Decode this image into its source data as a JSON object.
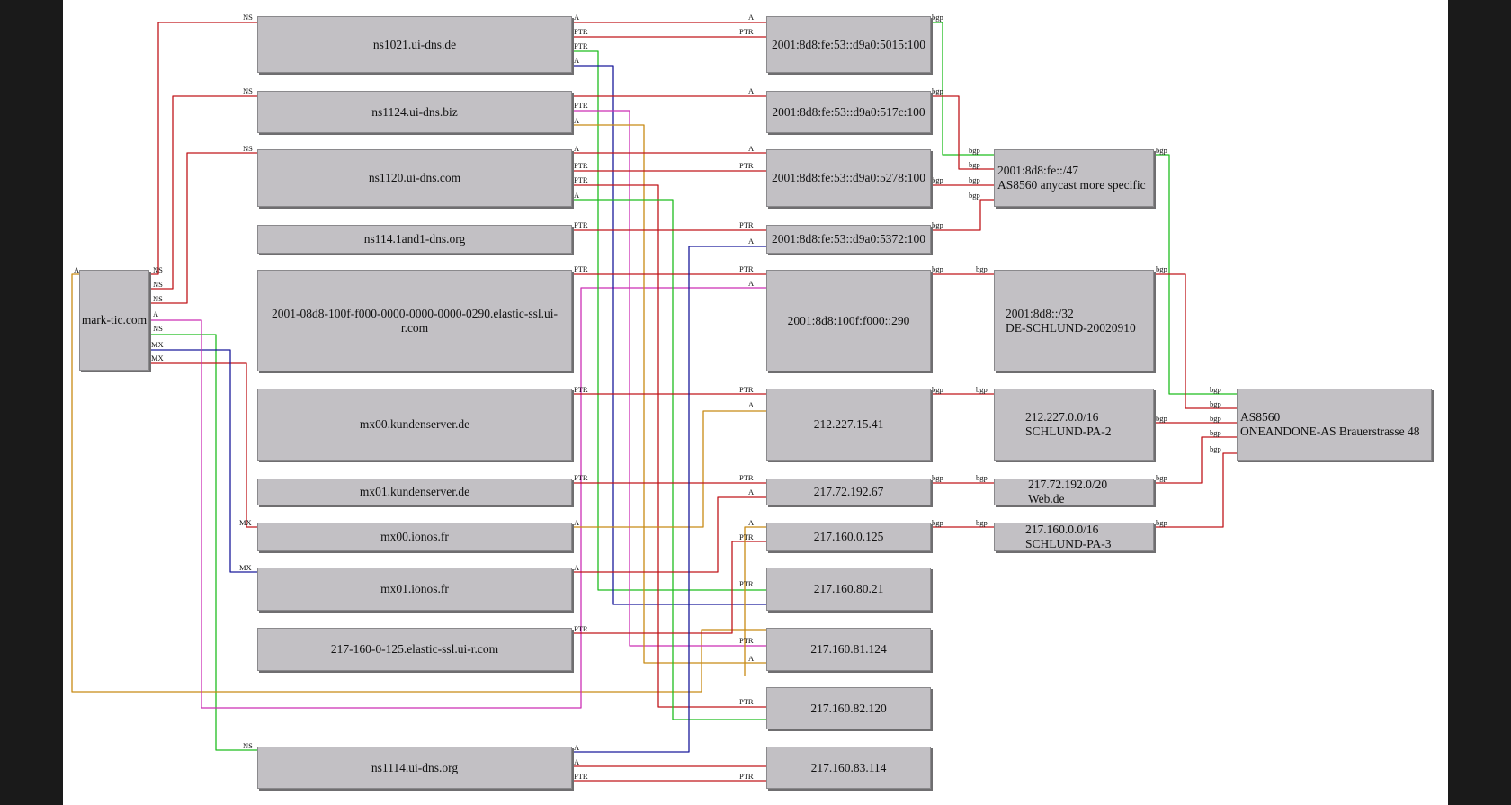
{
  "domain": "mark-tic.com",
  "nodes": {
    "mark": "mark-tic.com",
    "ns1021": "ns1021.ui-dns.de",
    "ns1124": "ns1124.ui-dns.biz",
    "ns1120": "ns1120.ui-dns.com",
    "ns114": "ns114.1and1-dns.org",
    "elastic": "2001-08d8-100f-f000-0000-0000-0000-0290.elastic-ssl.ui-r.com",
    "mx00k": "mx00.kundenserver.de",
    "mx01k": "mx01.kundenserver.de",
    "mx00i": "mx00.ionos.fr",
    "mx01i": "mx01.ionos.fr",
    "e217": "217-160-0-125.elastic-ssl.ui-r.com",
    "ns1114": "ns1114.ui-dns.org",
    "ip5015": "2001:8d8:fe:53::d9a0:5015:100",
    "ip517c": "2001:8d8:fe:53::d9a0:517c:100",
    "ip5278": "2001:8d8:fe:53::d9a0:5278:100",
    "ip5372": "2001:8d8:fe:53::d9a0:5372:100",
    "ip290": "2001:8d8:100f:f000::290",
    "ip21227": "212.227.15.41",
    "ip21772": "217.72.192.67",
    "ip0125": "217.160.0.125",
    "ip8021": "217.160.80.21",
    "ip81124": "217.160.81.124",
    "ip82120": "217.160.82.120",
    "ip83114": "217.160.83.114",
    "pfx47": "2001:8d8:fe::/47\nAS8560 anycast more specific",
    "pfx32": "2001:8d8::/32\nDE-SCHLUND-20020910",
    "pfx212": "212.227.0.0/16\nSCHLUND-PA-2",
    "pfx217_72": "217.72.192.0/20\nWeb.de",
    "pfx217_160": "217.160.0.0/16\nSCHLUND-PA-3",
    "as8560": "AS8560\nONEANDONE-AS Brauerstrasse 48"
  },
  "edge_colors": {
    "red": "#c0161b",
    "green": "#1fbd1f",
    "blue": "#1a1a9c",
    "magenta": "#cc2fb5",
    "orange": "#c88a14"
  },
  "edge_labels": {
    "ns": "NS",
    "a": "A",
    "ptr": "PTR",
    "mx": "MX",
    "bgp": "bgp"
  }
}
